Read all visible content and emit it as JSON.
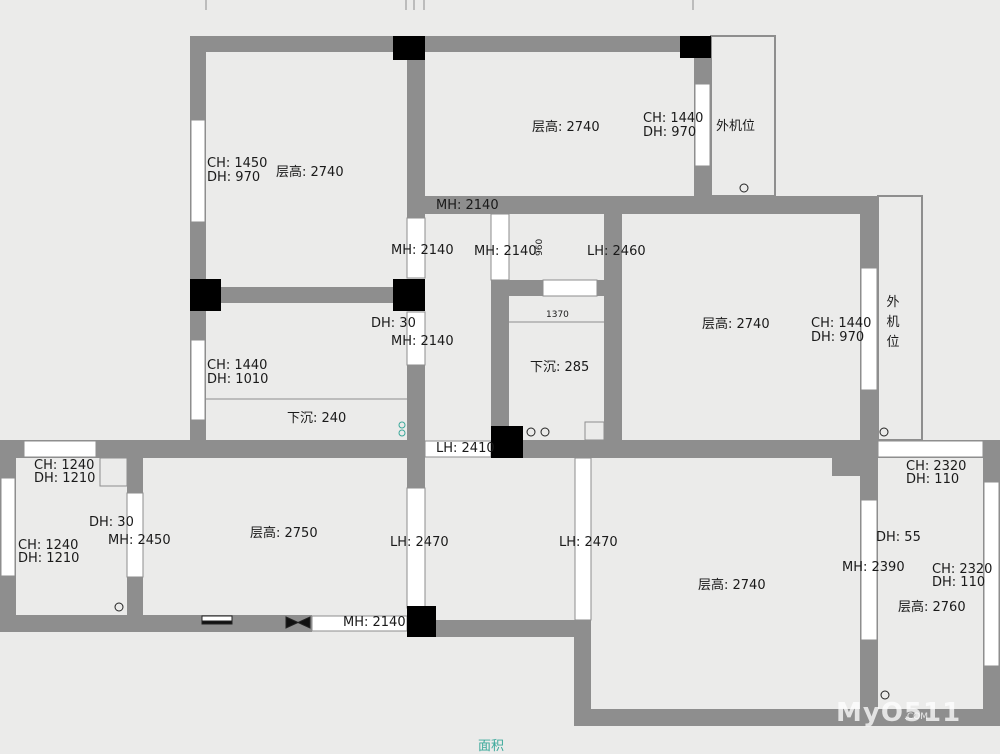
{
  "plan": {
    "labels": {
      "r1_height": "层高: 2740",
      "r1_ch": "CH: 1450",
      "r1_dh": "DH: 970",
      "r2_height": "层高: 2740",
      "r2_ch": "CH: 1440",
      "r2_dh": "DH: 970",
      "ac_top": "外机位",
      "mh_corridor_top": "MH: 2140",
      "mh_r1_door": "MH: 2140",
      "mh_kitchen": "MH: 2140",
      "dim_960": "960",
      "lh_kitchen": "LH: 2460",
      "r3_height": "层高: 2740",
      "r3_ch": "CH: 1440",
      "r3_dh": "DH: 970",
      "ac_right": "外机位",
      "dh_30_mid": "DH: 30",
      "mh_mid": "MH: 2140",
      "r4_ch": "CH: 1440",
      "r4_dh": "DH: 1010",
      "r4_sink": "下沉: 240",
      "dim_1370": "1370",
      "bath_sink": "下沉: 285",
      "lh_2410": "LH: 2410",
      "balc_ch": "CH: 1240",
      "balc_dh": "DH: 1210",
      "balc_ch2": "CH: 1240",
      "balc_dh2": "DH: 1210",
      "dh_30_left": "DH: 30",
      "mh_2450": "MH: 2450",
      "living_height": "层高: 2750",
      "lh_2470_a": "LH: 2470",
      "lh_2470_b": "LH: 2470",
      "mh_bottom": "MH: 2140",
      "big_height": "层高: 2740",
      "right_ch": "CH: 2320",
      "right_dh": "DH: 110",
      "dh_55": "DH: 55",
      "mh_2390": "MH: 2390",
      "right_ch2": "CH: 2320",
      "right_dh2": "DH: 110",
      "right_height": "层高: 2760",
      "area_title": "面积",
      "watermark": "MyO511",
      "watermark_sub": ".COM"
    }
  },
  "colors": {
    "wall": "#8e8e8e",
    "column": "#000000",
    "background": "#ebebea",
    "window": "#ffffff",
    "accent": "#3aa89a"
  }
}
